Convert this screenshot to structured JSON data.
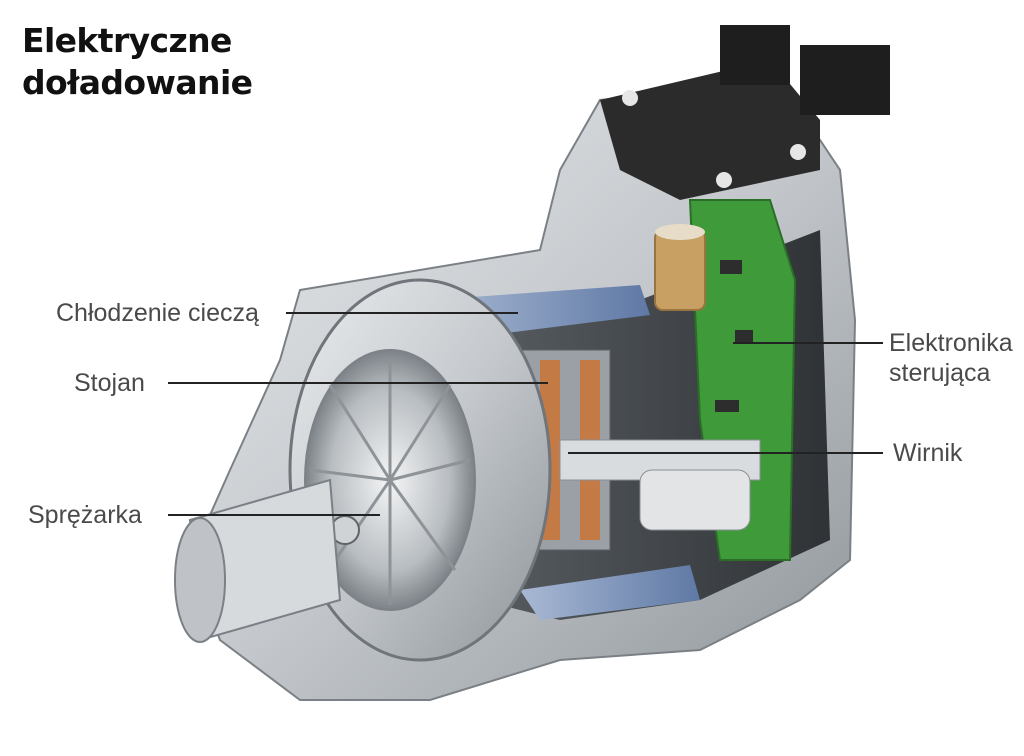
{
  "title": {
    "line1": "Elektryczne",
    "line2": "doładowanie"
  },
  "labels": {
    "cooling": "Chłodzenie cieczą",
    "stator": "Stojan",
    "compressor": "Sprężarka",
    "electronics_line1": "Elektronika",
    "electronics_line2": "sterująca",
    "rotor": "Wirnik"
  },
  "colors": {
    "housing": "#c9cccf",
    "housing_dark": "#8e9398",
    "coolant": "#7f97bd",
    "pcb": "#3f9a3a",
    "copper": "#c47a45",
    "connector": "#2b2b2b",
    "capacitor": "#c9a064"
  }
}
